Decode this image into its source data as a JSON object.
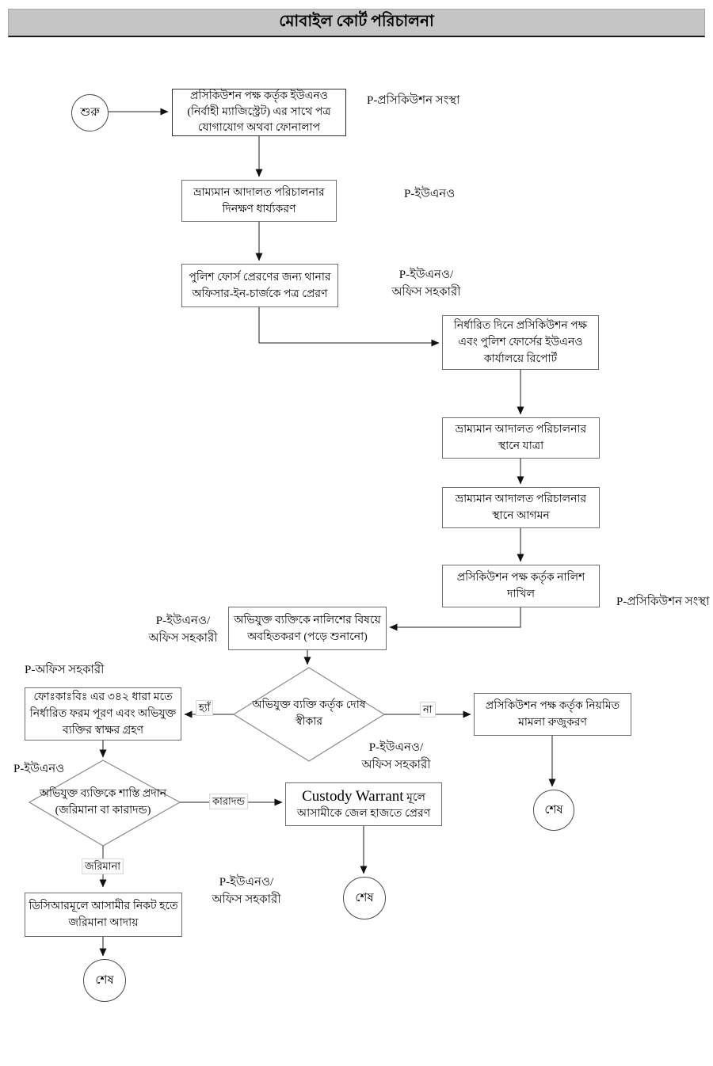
{
  "title": "মোবাইল কোর্ট পরিচালনা",
  "nodes": {
    "start": {
      "label": "শুরু"
    },
    "step1": {
      "label": "প্রসিকিউশন পক্ষ কর্তৃক ইউএনও (নির্বাহী ম্যাজিস্ট্রেট) এর সাথে পত্র যোগাযোগ অথবা ফোনালাপ"
    },
    "step2": {
      "label": "ভ্রাম্যমান আদালত পরিচালনার দিনক্ষণ ধার্য্যকরণ"
    },
    "step3": {
      "label": "পুলিশ ফোর্স প্রেরণের জন্য থানার অফিসার-ইন-চার্জকে পত্র প্রেরণ"
    },
    "step4": {
      "label": "নির্ধারিত দিনে প্রসিকিউশন পক্ষ এবং পুলিশ ফোর্সের ইউএনও কার্যালয়ে রিপোর্ট"
    },
    "step5": {
      "label": "ভ্রাম্যমান আদালত পরিচালনার স্থানে যাত্রা"
    },
    "step6": {
      "label": "ভ্রাম্যমান আদালত পরিচালনার স্থানে আগমন"
    },
    "step7": {
      "label": "প্রসিকিউশন পক্ষ কর্তৃক নালিশ দাখিল"
    },
    "step8": {
      "label": "অভিযুক্ত ব্যক্তিকে নালিশের বিষয়ে অবহিতকরণ (পড়ে শুনানো)"
    },
    "decision1": {
      "label": "অভিযুক্ত ব্যক্তি কর্তৃক দোষ স্বীকার"
    },
    "step9": {
      "label": "প্রসিকিউশন পক্ষ কর্তৃক নিয়মিত মামলা রুজুকরণ"
    },
    "step10": {
      "label": "ফোঃকাঃবিঃ এর ৩৪২ ধারা মতে নির্ধারিত ফরম পূরণ এবং অভিযুক্ত ব্যক্তির স্বাক্ষর গ্রহণ"
    },
    "decision2": {
      "label": "অভিযুক্ত ব্যক্তিকে শাস্তি প্রদান (জরিমানা বা কারাদন্ড)"
    },
    "step11": {
      "latin": "Custody Warrant",
      "rest": " মূলে",
      "line2": "আসামীকে জেল হাজতে প্রেরণ"
    },
    "step12": {
      "label": "ডিসিআরমূলে আসামীর নিকট হতে জরিমানা আদায়"
    },
    "end_right": {
      "label": "শেষ"
    },
    "end_center": {
      "label": "শেষ"
    },
    "end_left": {
      "label": "শেষ"
    }
  },
  "edges": {
    "no": "না",
    "yes": "হ্যাঁ",
    "imprisonment": "কারাদন্ড",
    "fine": "জরিমানা"
  },
  "annotations": {
    "prosecution_1": "P-প্রসিকিউশন সংস্থা",
    "uno_1": "P-ইউএনও",
    "uno_office_1": "P-ইউএনও/\nঅফিস সহকারী",
    "prosecution_2": "P-প্রসিকিউশন সংস্থা",
    "uno_office_2": "P-ইউএনও/\nঅফিস সহকারী",
    "office_1": "P-অফিস সহকারী",
    "uno_office_3": "P-ইউএনও/\nঅফিস সহকারী",
    "uno_2": "P-ইউএনও",
    "uno_office_4": "P-ইউএনও/\nঅফিস সহকারী"
  },
  "colors": {
    "titlebar_bg": "#c5c5c5",
    "box_border": "#6e6e6e",
    "line": "#4d4d4d",
    "arrowhead": "#111111"
  }
}
